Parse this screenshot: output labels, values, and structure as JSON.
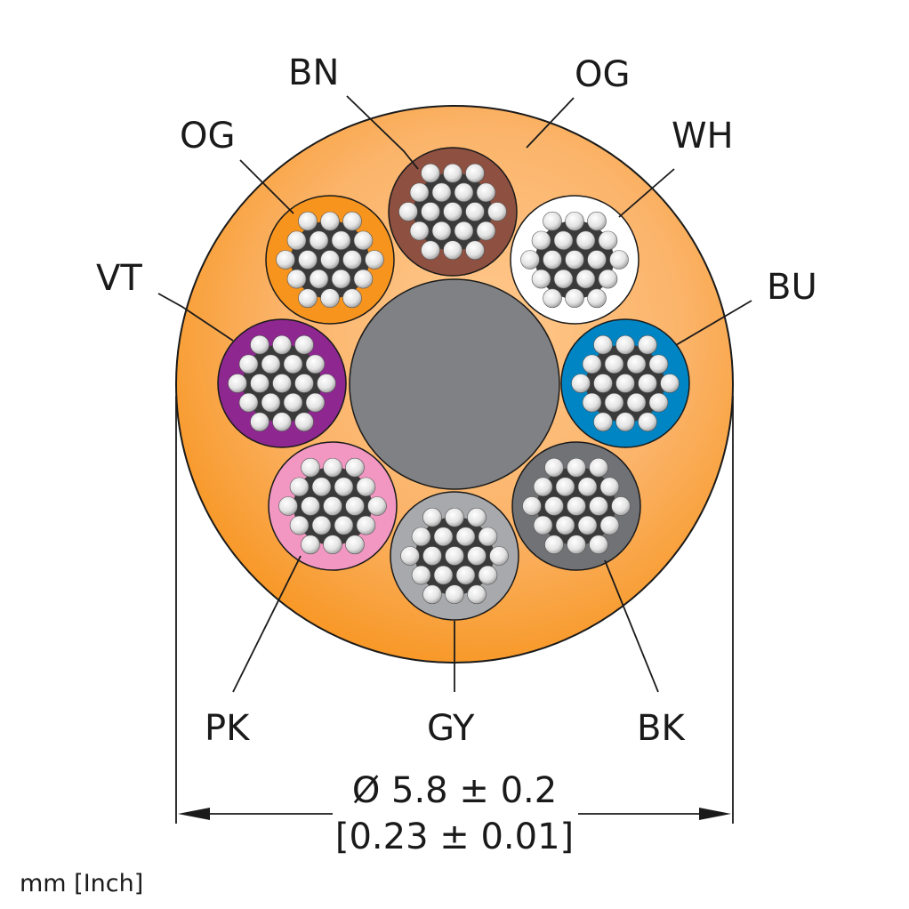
{
  "cores": [
    {
      "id": "bn",
      "label": "BN",
      "color": "#8e5040"
    },
    {
      "id": "wh",
      "label": "WH",
      "color": "#ffffff"
    },
    {
      "id": "bu",
      "label": "BU",
      "color": "#0085c4"
    },
    {
      "id": "bk",
      "label": "BK",
      "color": "#707275"
    },
    {
      "id": "gy",
      "label": "GY",
      "color": "#a8a9ac"
    },
    {
      "id": "pk",
      "label": "PK",
      "color": "#f197c2"
    },
    {
      "id": "vt",
      "label": "VT",
      "color": "#8e2790"
    },
    {
      "id": "og",
      "label": "OG",
      "color": "#f7941d"
    }
  ],
  "sheath": {
    "label": "OG",
    "color": "#f7941d"
  },
  "filler_color": "#808184",
  "dimension": {
    "metric": "Ø 5.8 ± 0.2",
    "imperial": "[0.23 ± 0.01]"
  },
  "units_note": "mm [Inch]"
}
